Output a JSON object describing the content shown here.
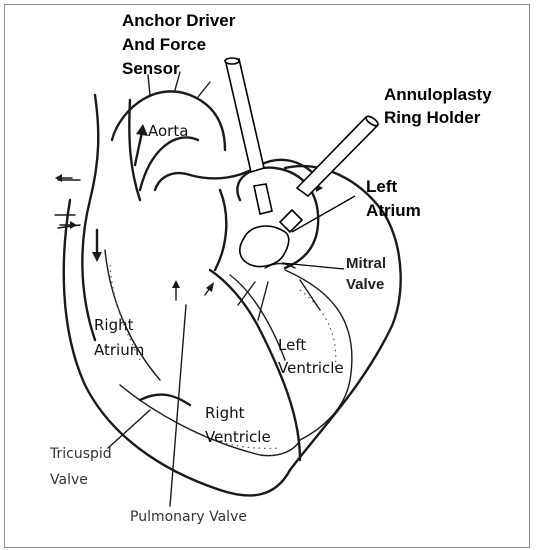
{
  "labels": {
    "anchor_driver_line1": "Anchor Driver",
    "anchor_driver_line2": "And Force",
    "anchor_driver_line3": "Sensor",
    "ring_holder_line1": "Annuloplasty",
    "ring_holder_line2": "Ring Holder",
    "left_atrium_line1": "Left",
    "left_atrium_line2": "Atrium",
    "mitral_line1": "Mitral",
    "mitral_line2": "Valve",
    "aorta": "Aorta",
    "right_atrium_line1": "Right",
    "right_atrium_line2": "Atrium",
    "left_ventricle_line1": "Left",
    "left_ventricle_line2": "Ventricle",
    "right_ventricle_line1": "Right",
    "right_ventricle_line2": "Ventricle",
    "tricuspid_line1": "Tricuspid",
    "tricuspid_line2": "Valve",
    "pulmonary_valve": "Pulmonary Valve"
  }
}
